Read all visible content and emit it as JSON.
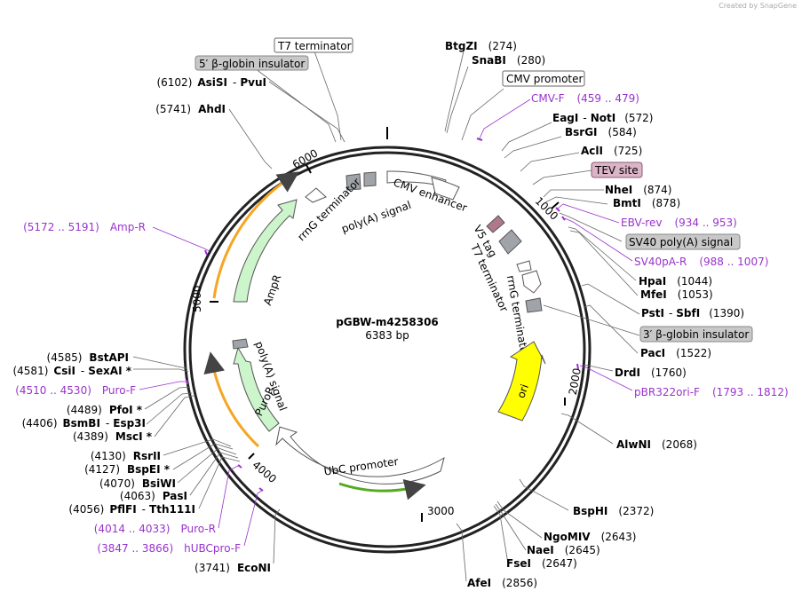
{
  "branding": {
    "created_by": "Created by",
    "product": "SnapGene"
  },
  "plasmid": {
    "name": "pGBW-m4258306",
    "length": "6383 bp"
  },
  "ticks": [
    "1000",
    "2000",
    "3000",
    "4000",
    "5000",
    "6000"
  ],
  "features": {
    "cmv_enhancer": "CMV enhancer",
    "v5_tag": "V5 tag",
    "t7_terminator": "T7 terminator",
    "rrnG_terminator_right": "rrnG terminator",
    "ori": "ori",
    "ubc_promoter": "UbC promoter",
    "puroR": "PuroR",
    "polyA_signal_left": "poly(A) signal",
    "ampR": "AmpR",
    "rrnG_terminator_top": "rrnG terminator",
    "polyA_signal_top": "poly(A) signal"
  },
  "labels": [
    {
      "id": "t7term",
      "kind": "box",
      "text": "T7 terminator"
    },
    {
      "id": "bglob5",
      "kind": "greybox",
      "text": "5′ β-globin insulator"
    },
    {
      "id": "btgzi",
      "kind": "site",
      "enzymes": [
        "BtgZI"
      ],
      "pos": "(274)"
    },
    {
      "id": "snabi",
      "kind": "site",
      "enzymes": [
        "SnaBI"
      ],
      "pos": "(280)"
    },
    {
      "id": "cmvprom",
      "kind": "box",
      "text": "CMV promoter"
    },
    {
      "id": "cmvf",
      "kind": "primer",
      "text": "CMV-F",
      "pos": "(459 .. 479)"
    },
    {
      "id": "eagi",
      "kind": "site",
      "enzymes": [
        "EagI",
        "NotI"
      ],
      "pos": "(572)"
    },
    {
      "id": "bsrgi",
      "kind": "site",
      "enzymes": [
        "BsrGI"
      ],
      "pos": "(584)"
    },
    {
      "id": "acli",
      "kind": "site",
      "enzymes": [
        "AclI"
      ],
      "pos": "(725)"
    },
    {
      "id": "tev",
      "kind": "pinkbox",
      "text": "TEV site"
    },
    {
      "id": "nhei",
      "kind": "site",
      "enzymes": [
        "NheI"
      ],
      "pos": "(874)"
    },
    {
      "id": "bmti",
      "kind": "site",
      "enzymes": [
        "BmtI"
      ],
      "pos": "(878)"
    },
    {
      "id": "ebvrev",
      "kind": "primer",
      "text": "EBV-rev",
      "pos": "(934 .. 953)"
    },
    {
      "id": "sv40pa",
      "kind": "greybox",
      "text": "SV40 poly(A) signal"
    },
    {
      "id": "sv40par",
      "kind": "primer",
      "text": "SV40pA-R",
      "pos": "(988 .. 1007)"
    },
    {
      "id": "hpai",
      "kind": "site",
      "enzymes": [
        "HpaI"
      ],
      "pos": "(1044)"
    },
    {
      "id": "mfei",
      "kind": "site",
      "enzymes": [
        "MfeI"
      ],
      "pos": "(1053)"
    },
    {
      "id": "psti",
      "kind": "site",
      "enzymes": [
        "PstI",
        "SbfI"
      ],
      "pos": "(1390)"
    },
    {
      "id": "bglob3",
      "kind": "greybox",
      "text": "3′ β-globin insulator"
    },
    {
      "id": "paci",
      "kind": "site",
      "enzymes": [
        "PacI"
      ],
      "pos": "(1522)"
    },
    {
      "id": "drdi",
      "kind": "site",
      "enzymes": [
        "DrdI"
      ],
      "pos": "(1760)"
    },
    {
      "id": "pbr",
      "kind": "primer",
      "text": "pBR322ori-F",
      "pos": "(1793 .. 1812)"
    },
    {
      "id": "alwni",
      "kind": "site",
      "enzymes": [
        "AlwNI"
      ],
      "pos": "(2068)"
    },
    {
      "id": "bsphi",
      "kind": "site",
      "enzymes": [
        "BspHI"
      ],
      "pos": "(2372)"
    },
    {
      "id": "ngomiv",
      "kind": "site",
      "enzymes": [
        "NgoMIV"
      ],
      "pos": "(2643)"
    },
    {
      "id": "naei",
      "kind": "site",
      "enzymes": [
        "NaeI"
      ],
      "pos": "(2645)"
    },
    {
      "id": "fsei",
      "kind": "site",
      "enzymes": [
        "FseI"
      ],
      "pos": "(2647)"
    },
    {
      "id": "afei",
      "kind": "site",
      "enzymes": [
        "AfeI"
      ],
      "pos": "(2856)"
    },
    {
      "id": "asisi",
      "kind": "site",
      "enzymes": [
        "AsiSI",
        "PvuI"
      ],
      "pos": "(6102)",
      "left": true
    },
    {
      "id": "ahdi",
      "kind": "site",
      "enzymes": [
        "AhdI"
      ],
      "pos": "(5741)",
      "left": true
    },
    {
      "id": "ampr",
      "kind": "primer",
      "text": "Amp-R",
      "pos": "(5172 .. 5191)",
      "left": true
    },
    {
      "id": "bstapi",
      "kind": "site",
      "enzymes": [
        "BstAPI"
      ],
      "pos": "(4585)",
      "left": true
    },
    {
      "id": "csii",
      "kind": "site",
      "enzymes": [
        "CsiI",
        "SexAI *"
      ],
      "pos": "(4581)",
      "left": true
    },
    {
      "id": "purof",
      "kind": "primer",
      "text": "Puro-F",
      "pos": "(4510 .. 4530)",
      "left": true
    },
    {
      "id": "pfoi",
      "kind": "site",
      "enzymes": [
        "PfoI *"
      ],
      "pos": "(4489)",
      "left": true
    },
    {
      "id": "bsmbi",
      "kind": "site",
      "enzymes": [
        "BsmBI",
        "Esp3I"
      ],
      "pos": "(4406)",
      "left": true
    },
    {
      "id": "msci",
      "kind": "site",
      "enzymes": [
        "MscI *"
      ],
      "pos": "(4389)",
      "left": true
    },
    {
      "id": "rsrii",
      "kind": "site",
      "enzymes": [
        "RsrII"
      ],
      "pos": "(4130)",
      "left": true
    },
    {
      "id": "bspei",
      "kind": "site",
      "enzymes": [
        "BspEI *"
      ],
      "pos": "(4127)",
      "left": true
    },
    {
      "id": "bsiwi",
      "kind": "site",
      "enzymes": [
        "BsiWI"
      ],
      "pos": "(4070)",
      "left": true
    },
    {
      "id": "pasi",
      "kind": "site",
      "enzymes": [
        "PasI"
      ],
      "pos": "(4063)",
      "left": true
    },
    {
      "id": "pflfi",
      "kind": "site",
      "enzymes": [
        "PflFI",
        "Tth111I"
      ],
      "pos": "(4056)",
      "left": true
    },
    {
      "id": "puror",
      "kind": "primer",
      "text": "Puro-R",
      "pos": "(4014 .. 4033)",
      "left": true
    },
    {
      "id": "hubc",
      "kind": "primer",
      "text": "hUBCpro-F",
      "pos": "(3847 .. 3866)",
      "left": true
    },
    {
      "id": "econi",
      "kind": "site",
      "enzymes": [
        "EcoNI"
      ],
      "pos": "(3741)",
      "left": true
    }
  ],
  "colors": {
    "backbone": "#222222",
    "feature_white": "#ffffff",
    "ampR": "#ccf5cc",
    "puroR": "#ccf5cc",
    "ori": "#ffff00",
    "orange_arc": "#f5a623",
    "green_arc": "#55aa22",
    "primer": "#9933cc",
    "grey_box": "#c8c8c8",
    "pink_box": "#dcb4c8",
    "grey_feature": "#a0a4a8",
    "pink_feature": "#b0788c"
  }
}
